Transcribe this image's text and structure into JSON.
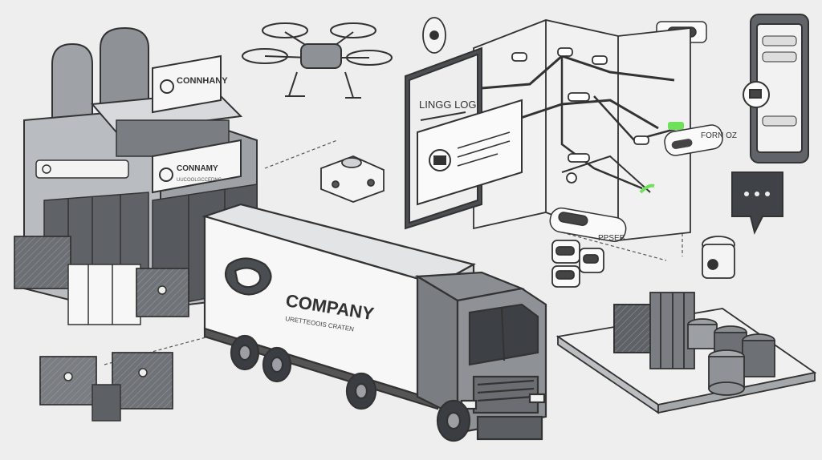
{
  "building": {
    "sign_top": "CONNHANY",
    "sign_mid": "CONNAMY",
    "sign_mid_sub": "UUCOOLGCCEDNG"
  },
  "truck": {
    "brand": "COMPANY",
    "tagline": "URETTEOOIS CRATEN"
  },
  "tablet": {
    "title": "LINGG LOG"
  },
  "map": {
    "tag_right": "FORN OZ",
    "location_chip": "PPSEB"
  },
  "colors": {
    "background": "#eeeeee",
    "outline": "#3a3a3a",
    "steel": "#8c8f93",
    "dark": "#4a4c50",
    "accent_green": "#6fe05a"
  },
  "icons": [
    "drone-icon",
    "chat-bubble-icon",
    "smartphone-icon",
    "map-pin-icon",
    "tracking-sensor-icon"
  ]
}
